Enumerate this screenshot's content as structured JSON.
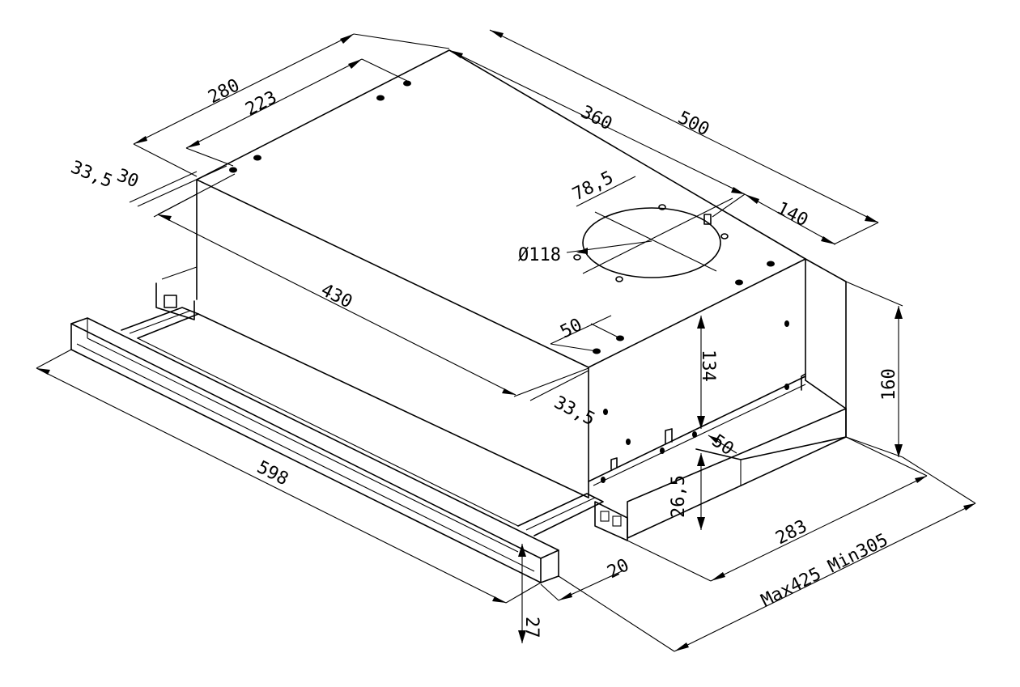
{
  "dimensions": {
    "d280": "280",
    "d223": "223",
    "d33_5_top": "33,5",
    "d30": "30",
    "d360": "360",
    "d500": "500",
    "d78_5": "78,5",
    "d140": "140",
    "d118": "Ø118",
    "d430": "430",
    "d50_front": "50",
    "d33_5_front": "33,5",
    "d134": "134",
    "d160": "160",
    "d50_side": "50",
    "d26_5": "26,5",
    "d598": "598",
    "d283": "283",
    "d20": "20",
    "d27": "27",
    "d_range": "Max425  Min305"
  }
}
